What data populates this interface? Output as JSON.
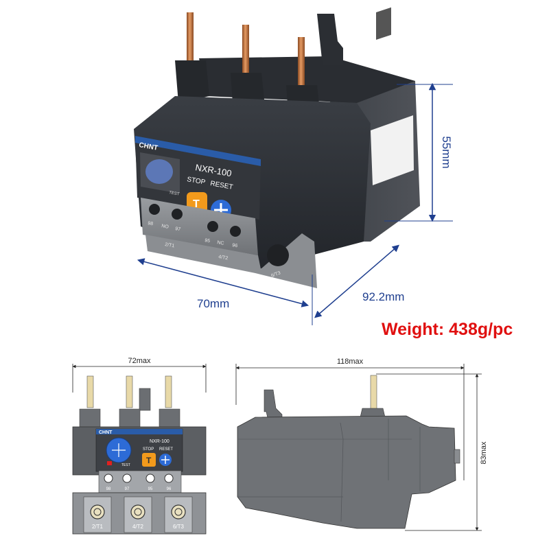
{
  "photo": {
    "brand": "CHNT",
    "model": "NXR-100",
    "stop_label": "STOP",
    "reset_label": "RESET",
    "test_label": "TEST",
    "t_button": "T",
    "terminals_top": [
      "98",
      "NO",
      "97",
      "95",
      "NC",
      "96"
    ],
    "terminals_bottom": [
      "2/T1",
      "4/T2",
      "6/T3"
    ],
    "dim_width": "70mm",
    "dim_depth": "92.2mm",
    "dim_height": "55mm"
  },
  "weight_text": "Weight: 438g/pc",
  "front_drawing": {
    "dim": "72max",
    "brand": "CHNT",
    "model": "NXR-100",
    "stop_label": "STOP",
    "reset_label": "RESET",
    "test_label": "TEST",
    "t_button": "T",
    "terminals_top": [
      "98",
      "97",
      "95",
      "96"
    ],
    "terminals_bottom": [
      "2/T1",
      "4/T2",
      "6/T3"
    ]
  },
  "side_drawing": {
    "dim_width": "118max",
    "dim_height": "83max"
  },
  "colors": {
    "dimension_blue": "#1f3f8f",
    "weight_red": "#e01010",
    "body_dark": "#2e3136",
    "terminal_grey": "#8a8d91",
    "orange_button": "#f29a1c",
    "blue_button": "#2d6bd6",
    "copper": "#c8733d"
  }
}
